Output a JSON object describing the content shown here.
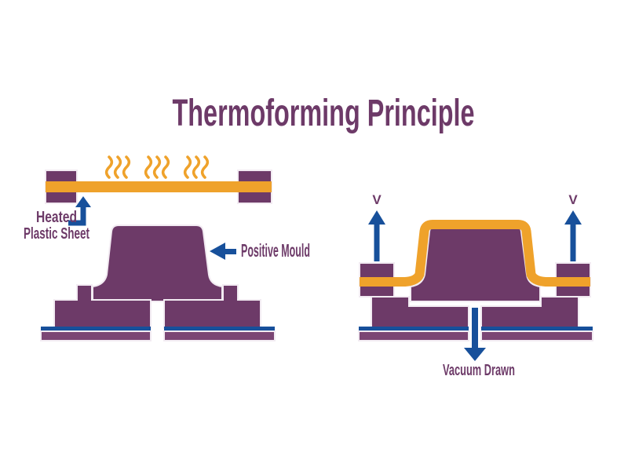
{
  "title": "Thermoforming Principle",
  "colors": {
    "purple": "#6d3a68",
    "plate_purple": "#7b4574",
    "orange": "#efa22b",
    "blue": "#17509b",
    "background": "#ffffff"
  },
  "heating_stage": {
    "heated_sheet_label_line1": "Heated",
    "heated_sheet_label_line2": "Plastic Sheet",
    "positive_mould_label": "Positive Mould"
  },
  "vacuum_stage": {
    "vent_left_label": "V",
    "vent_right_label": "V",
    "vacuum_drawn_label": "Vacuum Drawn"
  }
}
